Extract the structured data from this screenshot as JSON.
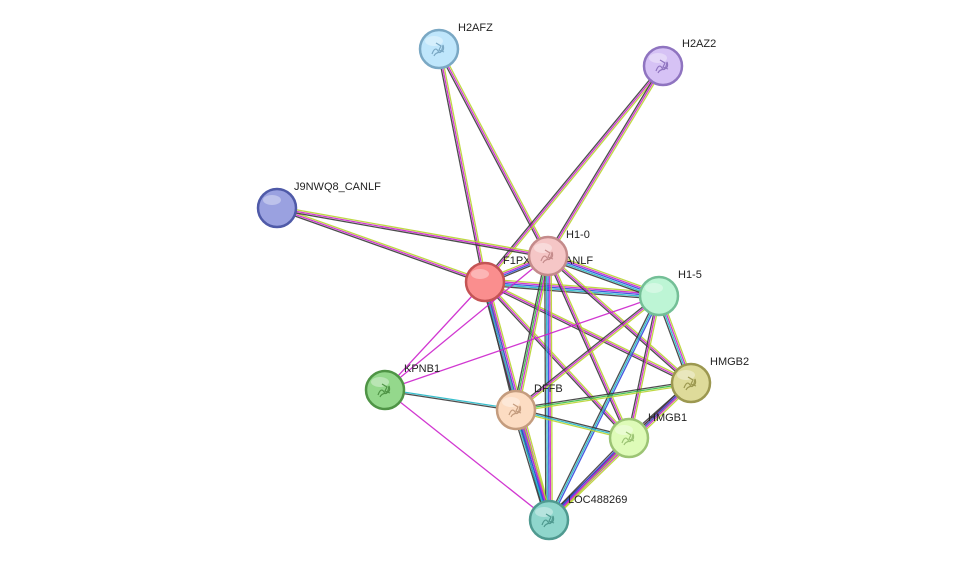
{
  "diagram": {
    "type": "protein-interaction-network",
    "edge_colors": {
      "black": "#3a3a3a",
      "magenta": "#cc22cc",
      "yellow": "#b8d430",
      "blue": "#3344dd",
      "cyan": "#22b8c8",
      "green": "#33bb44",
      "lightblue": "#7799ee"
    },
    "nodes": [
      {
        "id": "H2AFZ",
        "label": "H2AFZ",
        "color": "#bfe6fb",
        "stroke": "#7aa8c4",
        "glyph": "structure-icon"
      },
      {
        "id": "H2AZ2",
        "label": "H2AZ2",
        "color": "#d6c2f5",
        "stroke": "#8f74c0",
        "glyph": "structure-icon"
      },
      {
        "id": "J9NWQ8_CANLF",
        "label": "J9NWQ8_CANLF",
        "color": "#9aa1e0",
        "stroke": "#4f5aa8",
        "glyph": ""
      },
      {
        "id": "H1-0",
        "label": "H1-0",
        "color": "#f5c6c6",
        "stroke": "#c48b8b",
        "glyph": "structure-icon"
      },
      {
        "id": "F1PX_CANLF",
        "label": "F1PX",
        "label_suffix": "ANLF",
        "color": "#fa8e8e",
        "stroke": "#c45454",
        "glyph": ""
      },
      {
        "id": "H1-5",
        "label": "H1-5",
        "color": "#bdf5d5",
        "stroke": "#74bf97",
        "glyph": ""
      },
      {
        "id": "HMGB2",
        "label": "HMGB2",
        "color": "#dedb9a",
        "stroke": "#9c9850",
        "glyph": "structure-icon"
      },
      {
        "id": "KPNB1",
        "label": "KPNB1",
        "color": "#94d88c",
        "stroke": "#4f9446",
        "glyph": "structure-icon"
      },
      {
        "id": "DFFB",
        "label": "DFFB",
        "color": "#fcdcc2",
        "stroke": "#c49c7e",
        "glyph": "structure-icon"
      },
      {
        "id": "HMGB1",
        "label": "HMGB1",
        "color": "#defbb8",
        "stroke": "#9cc474",
        "glyph": "structure-icon"
      },
      {
        "id": "LOC488269",
        "label": "LOC488269",
        "color": "#8fd6cc",
        "stroke": "#4f9a90",
        "glyph": "structure-icon"
      }
    ],
    "edges": [
      {
        "from": "H2AFZ",
        "to": "F1PX_CANLF",
        "types": [
          "yellow",
          "magenta",
          "black"
        ]
      },
      {
        "from": "H2AFZ",
        "to": "H1-0",
        "types": [
          "yellow",
          "magenta",
          "black"
        ]
      },
      {
        "from": "H2AZ2",
        "to": "F1PX_CANLF",
        "types": [
          "yellow",
          "magenta",
          "black"
        ]
      },
      {
        "from": "H2AZ2",
        "to": "H1-0",
        "types": [
          "yellow",
          "magenta",
          "black"
        ]
      },
      {
        "from": "J9NWQ8_CANLF",
        "to": "F1PX_CANLF",
        "types": [
          "yellow",
          "magenta",
          "black"
        ]
      },
      {
        "from": "J9NWQ8_CANLF",
        "to": "H1-0",
        "types": [
          "yellow",
          "magenta",
          "black"
        ]
      },
      {
        "from": "F1PX_CANLF",
        "to": "H1-0",
        "types": [
          "yellow",
          "magenta",
          "blue",
          "black"
        ]
      },
      {
        "from": "F1PX_CANLF",
        "to": "H1-5",
        "types": [
          "yellow",
          "magenta",
          "blue",
          "cyan",
          "black"
        ]
      },
      {
        "from": "H1-0",
        "to": "H1-5",
        "types": [
          "yellow",
          "magenta",
          "blue",
          "cyan",
          "black"
        ]
      },
      {
        "from": "F1PX_CANLF",
        "to": "KPNB1",
        "types": [
          "magenta"
        ]
      },
      {
        "from": "F1PX_CANLF",
        "to": "DFFB",
        "types": [
          "yellow",
          "magenta",
          "black"
        ]
      },
      {
        "from": "F1PX_CANLF",
        "to": "HMGB2",
        "types": [
          "yellow",
          "magenta",
          "black"
        ]
      },
      {
        "from": "F1PX_CANLF",
        "to": "HMGB1",
        "types": [
          "yellow",
          "magenta",
          "black"
        ]
      },
      {
        "from": "F1PX_CANLF",
        "to": "LOC488269",
        "types": [
          "yellow",
          "magenta",
          "blue",
          "cyan",
          "black"
        ]
      },
      {
        "from": "H1-0",
        "to": "DFFB",
        "types": [
          "yellow",
          "magenta",
          "green",
          "black"
        ]
      },
      {
        "from": "H1-0",
        "to": "HMGB2",
        "types": [
          "yellow",
          "magenta",
          "black"
        ]
      },
      {
        "from": "H1-0",
        "to": "HMGB1",
        "types": [
          "yellow",
          "magenta",
          "black"
        ]
      },
      {
        "from": "H1-0",
        "to": "LOC488269",
        "types": [
          "yellow",
          "magenta",
          "blue",
          "cyan",
          "black"
        ]
      },
      {
        "from": "H1-0",
        "to": "KPNB1",
        "types": [
          "magenta"
        ]
      },
      {
        "from": "H1-5",
        "to": "HMGB2",
        "types": [
          "yellow",
          "magenta",
          "cyan",
          "black"
        ]
      },
      {
        "from": "H1-5",
        "to": "HMGB1",
        "types": [
          "yellow",
          "magenta",
          "black"
        ]
      },
      {
        "from": "H1-5",
        "to": "DFFB",
        "types": [
          "yellow",
          "magenta",
          "black"
        ]
      },
      {
        "from": "H1-5",
        "to": "LOC488269",
        "types": [
          "blue",
          "cyan",
          "black"
        ]
      },
      {
        "from": "H1-5",
        "to": "KPNB1",
        "types": [
          "magenta"
        ]
      },
      {
        "from": "HMGB2",
        "to": "HMGB1",
        "types": [
          "yellow",
          "magenta",
          "black"
        ]
      },
      {
        "from": "HMGB2",
        "to": "DFFB",
        "types": [
          "yellow",
          "green",
          "black"
        ]
      },
      {
        "from": "HMGB2",
        "to": "LOC488269",
        "types": [
          "yellow",
          "magenta",
          "blue",
          "black"
        ]
      },
      {
        "from": "HMGB1",
        "to": "DFFB",
        "types": [
          "yellow",
          "cyan",
          "black"
        ]
      },
      {
        "from": "HMGB1",
        "to": "LOC488269",
        "types": [
          "yellow",
          "magenta",
          "blue",
          "black"
        ]
      },
      {
        "from": "DFFB",
        "to": "LOC488269",
        "types": [
          "yellow",
          "magenta",
          "blue",
          "cyan",
          "black"
        ]
      },
      {
        "from": "KPNB1",
        "to": "DFFB",
        "types": [
          "cyan",
          "black"
        ]
      },
      {
        "from": "KPNB1",
        "to": "LOC488269",
        "types": [
          "magenta"
        ]
      }
    ]
  }
}
